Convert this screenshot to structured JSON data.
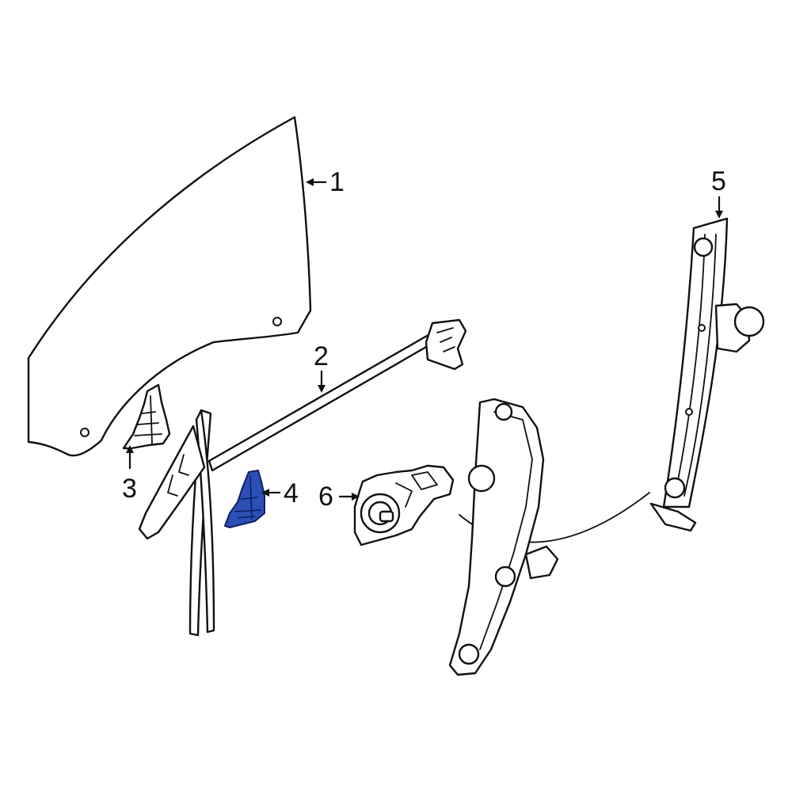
{
  "callouts": [
    {
      "id": "1",
      "label": "1"
    },
    {
      "id": "2",
      "label": "2"
    },
    {
      "id": "3",
      "label": "3"
    },
    {
      "id": "4",
      "label": "4"
    },
    {
      "id": "5",
      "label": "5"
    },
    {
      "id": "6",
      "label": "6"
    }
  ],
  "colors": {
    "line": "#111111",
    "background": "#ffffff",
    "highlight_fill": "#2c4fb5",
    "highlight_stroke": "#0d1f66"
  },
  "highlighted_part": "4"
}
